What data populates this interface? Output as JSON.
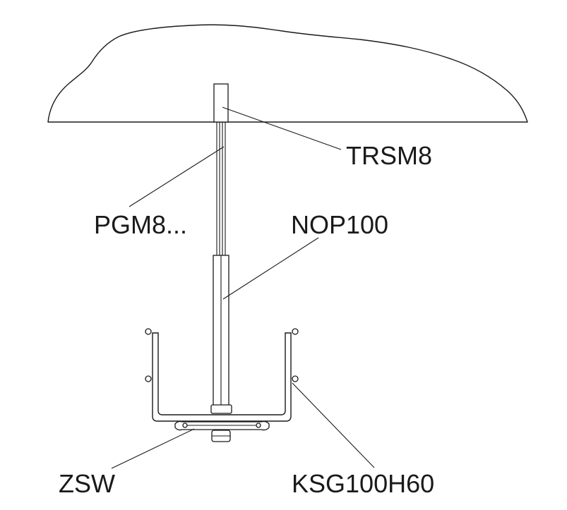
{
  "labels": {
    "trsm": "TRSM8",
    "pgm": "PGM8...",
    "nop": "NOP100",
    "zsw": "ZSW",
    "ksg": "KSG100H60"
  }
}
